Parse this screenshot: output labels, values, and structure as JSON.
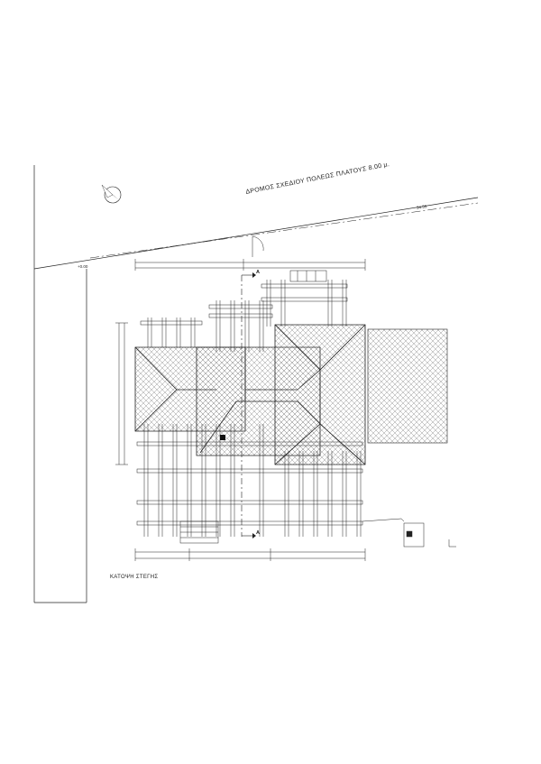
{
  "drawing": {
    "road_label": "ΔΡΟΜΟΣ ΣΧΕΔΙΟΥ ΠΟΛΕΩΣ ΠΛΑΤΟΥΣ 8.00 μ.",
    "road_dimension": "34.55",
    "elevation_label": "+0.00",
    "plan_title": "ΚΑΤΟΨΗ ΣΤΕΓΗΣ",
    "section_marker_top": "A",
    "section_marker_bottom": "A"
  },
  "colors": {
    "line": "#222222",
    "hatch": "#555555",
    "roof_fill": "#f2f2f2"
  },
  "icons": {
    "north_arrow": "north-arrow-icon",
    "section_arrow": "section-arrow-icon",
    "marker": "square-marker-icon"
  }
}
